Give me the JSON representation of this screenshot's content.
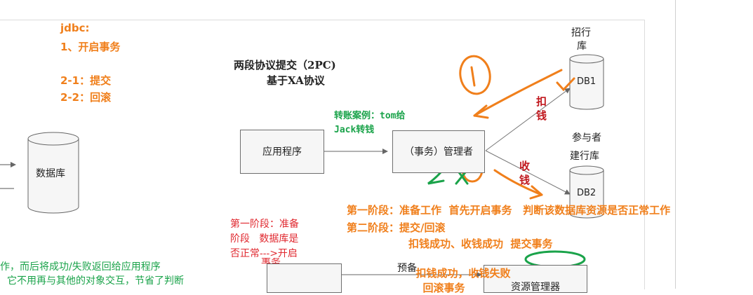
{
  "notes": {
    "jdbc": "jdbc:",
    "step1": "1、开启事务",
    "step21": "2-1：提交",
    "step22": "2-2：回滚"
  },
  "title": {
    "line1": "两段协议提交（2PC)",
    "line2": "基于XA协议"
  },
  "transfer": {
    "line1": "转账案例：tom给",
    "line2": "Jack转钱"
  },
  "boxes": {
    "app": "应用程序",
    "manager": "（事务）管理者",
    "resource": "资源管理器"
  },
  "db": {
    "left": "数据库",
    "db1": "DB1",
    "db2": "DB2"
  },
  "bank": {
    "zhaohang_line1": "招行",
    "zhaohang_line2": "库",
    "participant": "参与者",
    "jianhang": "建行库"
  },
  "actions": {
    "deduct_line1": "扣",
    "deduct_line2": "钱",
    "receive_line1": "收",
    "receive_line2": "钱"
  },
  "phases": {
    "phase1": "第一阶段：准备工作  首先开启事务   判断该数据库资源是否正常工作",
    "phase2": "第二阶段：提交/回滚",
    "case_ok": "扣钱成功、收钱成功  提交事务",
    "case_fail_prefix": "扣钱成功，收钱失败",
    "case_fail_action": "回滚事务"
  },
  "red_note": {
    "line1": "第一阶段：准备",
    "line2": "阶段   数据库是",
    "line3": "否正常--->开启",
    "line4": "事务"
  },
  "bottom_note": {
    "line1": "作，而后将成功/失败返回给应用程序",
    "line2": "它不用再与其他的对象交互，节省了判断"
  },
  "arrow_label": "预备",
  "colors": {
    "orange": "#f07f1b",
    "green": "#1aa34a",
    "red": "#c0161c"
  }
}
